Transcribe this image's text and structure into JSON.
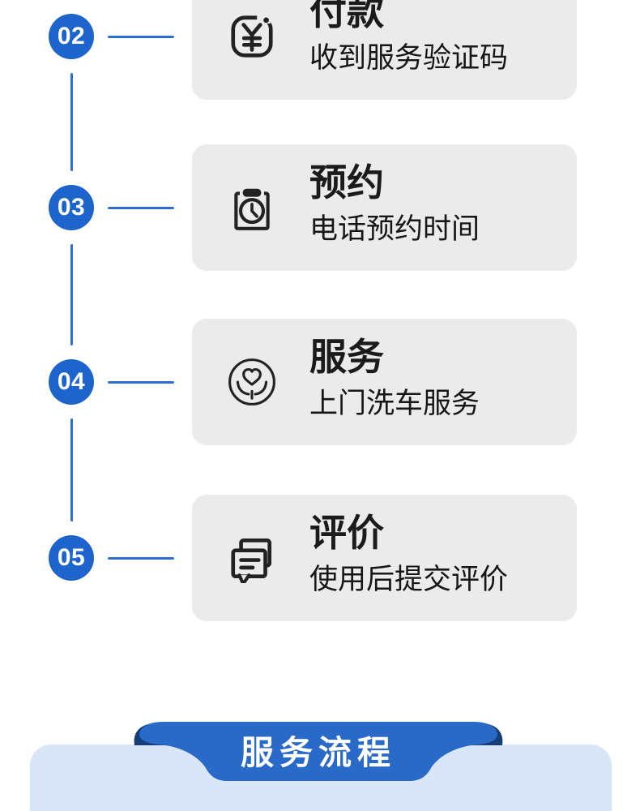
{
  "process_steps": [
    {
      "number": "02",
      "title": "付款",
      "subtitle": "收到服务验证码",
      "icon": "yuan-sign-icon"
    },
    {
      "number": "03",
      "title": "预约",
      "subtitle": "电话预约时间",
      "icon": "clock-board-icon"
    },
    {
      "number": "04",
      "title": "服务",
      "subtitle": "上门洗车服务",
      "icon": "heart-in-hands-icon"
    },
    {
      "number": "05",
      "title": "评价",
      "subtitle": "使用后提交评价",
      "icon": "chat-comment-icon"
    }
  ],
  "next_section": {
    "banner_title": "服务流程"
  },
  "colors": {
    "step_badge_blue": "#1d65cd",
    "connector_blue": "#2b6fd4",
    "card_gray": "#ebebeb",
    "ribbon_blue": "#2969c8",
    "ribbon_fold_navy": "#153e79",
    "panel_light_blue": "#d9e6f8",
    "text_dark": "#1b1b1b"
  }
}
